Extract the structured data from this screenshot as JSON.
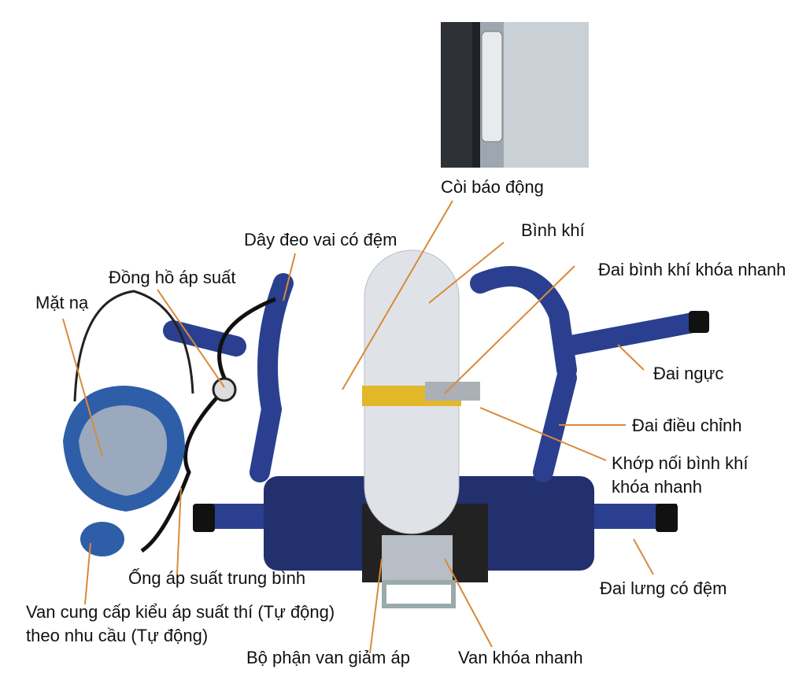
{
  "colors": {
    "leader": "#d98a3a",
    "strap": "#2a3f8f",
    "cylinder": "#dfe3e8",
    "pad": "#23306e"
  },
  "labels": {
    "alarm": "Còi báo động",
    "cylinder": "Bình khí",
    "shoulder_strap": "Dây đeo vai có đệm",
    "cylinder_band": "Đai bình khí khóa nhanh",
    "pressure_gauge": "Đồng hồ áp suất",
    "mask": "Mặt nạ",
    "chest_strap": "Đai ngực",
    "adjust_strap": "Đai điều chỉnh",
    "coupling_line1": "Khớp nối bình khí",
    "coupling_line2": "khóa nhanh",
    "medium_hose": "Ống áp suất trung bình",
    "demand_valve_line1": "Van cung cấp kiểu áp suất thí (Tự động)",
    "demand_valve_line2": "theo nhu cầu (Tự động)",
    "waist_belt": "Đai lưng có đệm",
    "reducer": "Bộ phận van giảm áp",
    "quick_valve": "Van khóa nhanh"
  }
}
